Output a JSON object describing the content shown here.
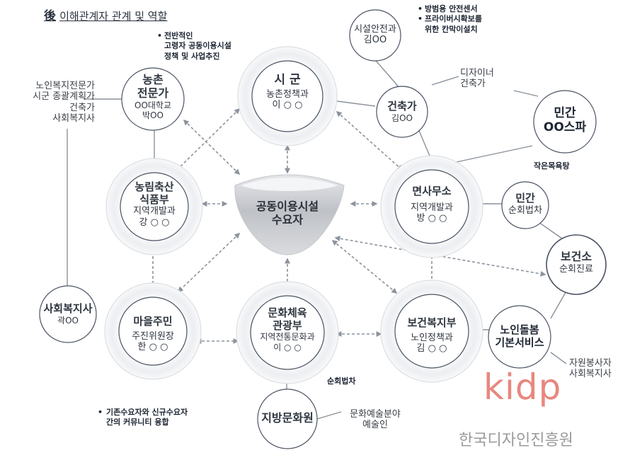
{
  "title": {
    "prefix": "後",
    "text": "이해관계자 관계 및 역할"
  },
  "center": {
    "line1": "공동이용시설",
    "line2": "수요자"
  },
  "nodes": {
    "sigun": {
      "title": "시 군",
      "line2": "농촌정책과",
      "line3": "이 ○ ○"
    },
    "farm_expert": {
      "title1": "농촌",
      "title2": "전문가",
      "line3": "OO대학교",
      "line4": "박OO"
    },
    "architect": {
      "title": "건축가",
      "line2": "김OO"
    },
    "safety": {
      "line1": "시설안전과",
      "line2": "김OO"
    },
    "private_spa": {
      "title1": "민간",
      "title2": "OO스파"
    },
    "ministry_agri": {
      "title1": "농림축산",
      "title2": "식품부",
      "line3": "지역개발과",
      "line4": "강 ○ ○"
    },
    "township": {
      "title": "면사무소",
      "line2": "지역개발과",
      "line3": "방 ○ ○"
    },
    "private_bus": {
      "title": "민간",
      "line2": "순회법차"
    },
    "health_center": {
      "title": "보건소",
      "line2": "순회진료"
    },
    "social_worker": {
      "title": "사회복지사",
      "line2": "곽OO"
    },
    "residents": {
      "title": "마을주민",
      "line2": "주진위원장",
      "line3": "한 ○ ○"
    },
    "culture_ministry": {
      "title1": "문화체육",
      "title2": "관광부",
      "line3": "지역전통문화과",
      "line4": "이 ○ ○"
    },
    "welfare_ministry": {
      "title": "보건복지부",
      "line2": "노인정책과",
      "line3": "김 ○ ○"
    },
    "elderly_care": {
      "title1": "노인돌봄",
      "title2": "기본서비스"
    },
    "culture_center": {
      "title": "지방문화원"
    }
  },
  "notes": {
    "policy": [
      "전반적인",
      "고령자 공동이용시설",
      "정책 및 사업추진"
    ],
    "security": [
      "방범용 안전센서",
      "프라이버시확보를",
      "위한 칸막이설치"
    ],
    "sauna": "작은목욕탕",
    "bus": "순회법차",
    "community": [
      "기존수요자와 신규수요자",
      "간의 커뮤니티 융합"
    ]
  },
  "side_labels": {
    "left_top": [
      "노인복지전문가",
      "시군 종괄계획가",
      "건축가",
      "사회복지사"
    ],
    "designer": [
      "디자이너",
      "건축가"
    ],
    "volunteers": [
      "자원봉사자",
      "사회복지사"
    ],
    "artists": [
      "문화예술분야",
      "예술인"
    ]
  },
  "watermark": {
    "logo": "kidp",
    "org": "한국디자인진흥원"
  },
  "colors": {
    "ring": "#d4d7dc",
    "ring_inner": "#f3f4f6",
    "node_border": "#3d4656",
    "arrow": "#8c939d",
    "line": "#8a919b",
    "center_fill": "#c9cbcf",
    "logo": "#e8877f"
  }
}
